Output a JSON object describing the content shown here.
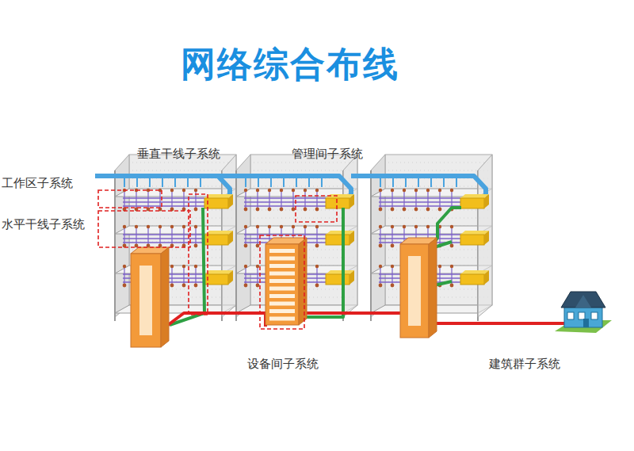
{
  "diagram": {
    "title": "网络综合布线",
    "labels": [
      "垂直干线子系统",
      "管理间子系统",
      "工作区子系统",
      "水平干线子系统",
      "设备间子系统",
      "建筑群子系统"
    ]
  }
}
